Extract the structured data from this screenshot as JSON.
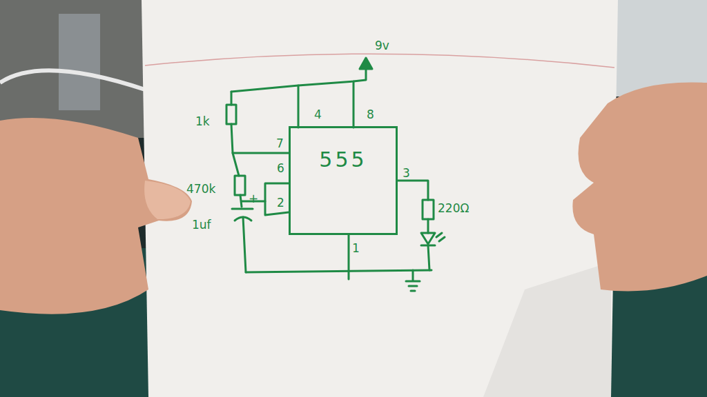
{
  "diagram": {
    "nodes": [
      {
        "text": [
          "555"
        ]
      }
    ],
    "labels": [
      "9v",
      "4",
      "8",
      "1k",
      "7",
      "6",
      "470k",
      "+",
      "2",
      "1uf",
      "3",
      "220Ω",
      "1"
    ]
  }
}
